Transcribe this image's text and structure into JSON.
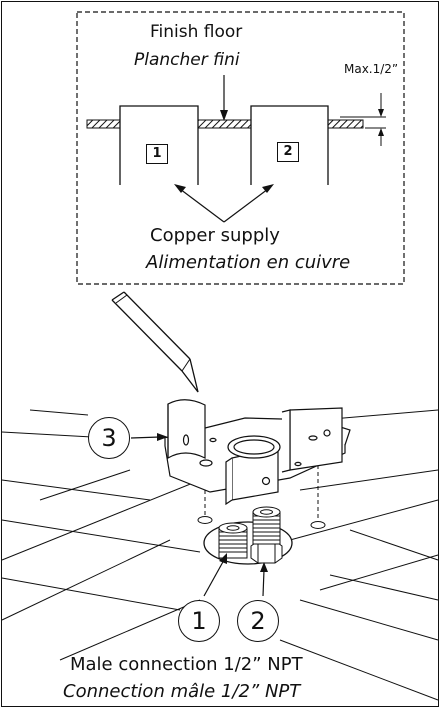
{
  "top_detail": {
    "label_en": "Finish floor",
    "label_fr": "Plancher fini",
    "max_note": "Max.1/2”",
    "part_1": "1",
    "part_2": "2"
  },
  "supply": {
    "label_en": "Copper supply",
    "label_fr": "Alimentation en cuivre"
  },
  "assembly": {
    "callout_3": "3",
    "callout_1": "1",
    "callout_2": "2"
  },
  "connection": {
    "label_en": "Male connection 1/2” NPT",
    "label_fr": "Connection mâle 1/2” NPT"
  }
}
